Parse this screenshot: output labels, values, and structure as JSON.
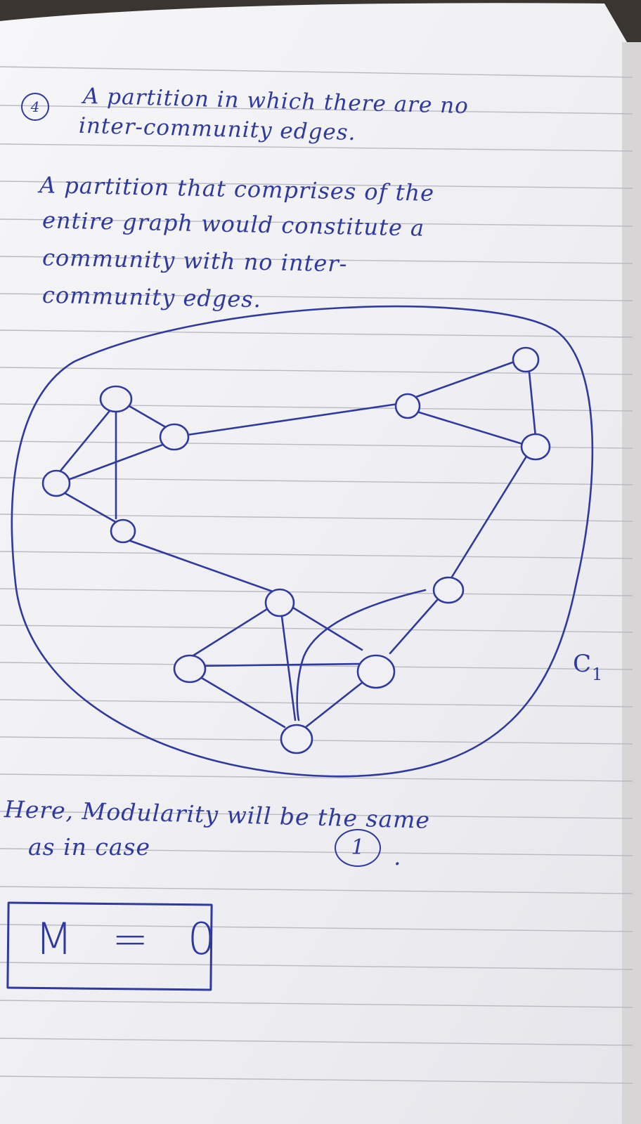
{
  "question": {
    "number": "4",
    "line1": "A partition in which there are no",
    "line2": "inter-community edges."
  },
  "explanation": [
    "A partition that comprises of the",
    "entire graph would constitute a",
    "community with no inter-",
    "community edges."
  ],
  "graph": {
    "community_label": "C",
    "community_subscript": "1"
  },
  "conclusion": {
    "line1": "Here, Modularity will be the same",
    "line2": "as in case",
    "case_number": "1",
    "line2_end": "."
  },
  "answer": "M = 0",
  "colors": {
    "ink": "#2f3a9e",
    "paper": "#f3f2f5",
    "ruled_line": "#b7b7c0"
  }
}
